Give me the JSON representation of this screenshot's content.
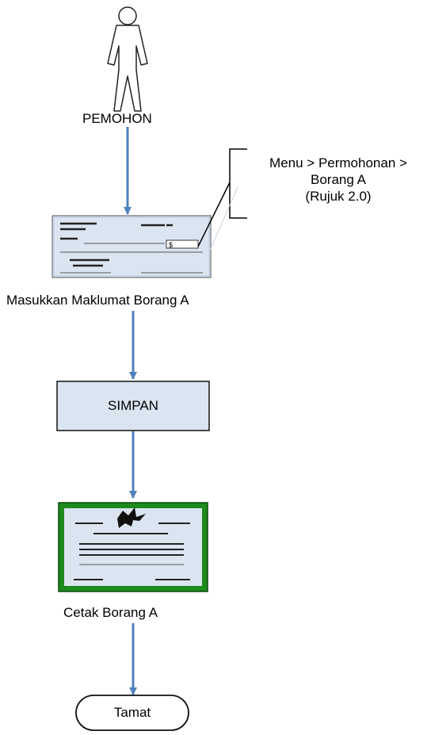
{
  "diagram": {
    "actor": {
      "label": "PEMOHON",
      "icon": "person-icon"
    },
    "form_step": {
      "label": "Masukkan Maklumat Borang A",
      "icon": "form-document-icon"
    },
    "annotation": {
      "lines": [
        "Menu > Permohonan >",
        "Borang A",
        "(Rujuk 2.0)"
      ]
    },
    "save_step": {
      "label": "SIMPAN"
    },
    "print_step": {
      "label": "Cetak Borang A",
      "icon": "certificate-icon"
    },
    "end_step": {
      "label": "Tamat"
    }
  },
  "colors": {
    "arrow": "#4f81bd",
    "box_fill": "#dbe5f1",
    "certificate_border": "#1e8a1e",
    "outline": "#000000"
  }
}
